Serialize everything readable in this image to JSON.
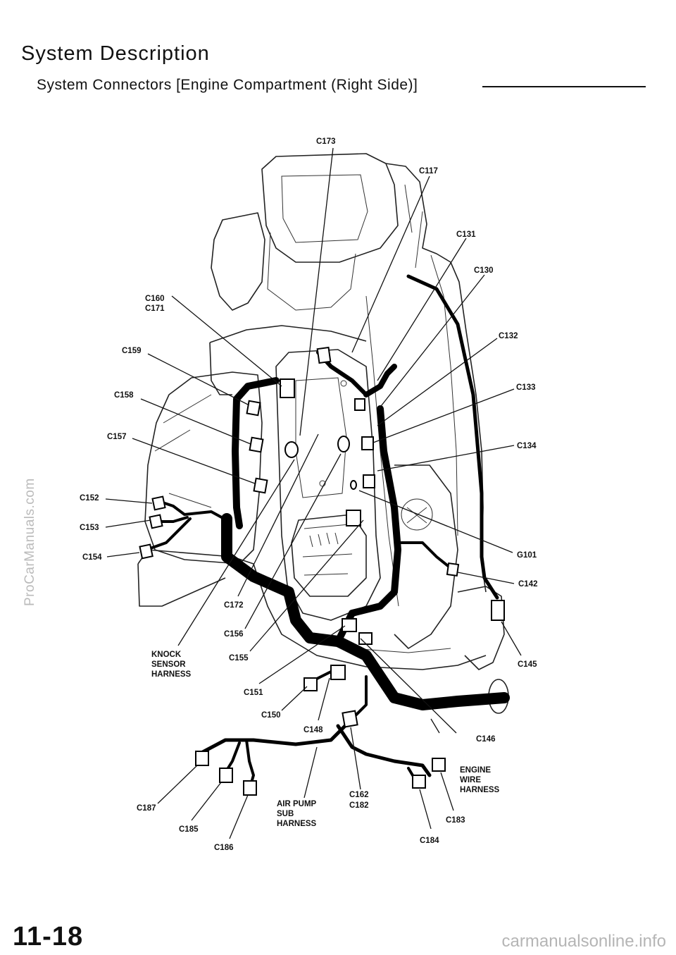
{
  "header": {
    "title": "System Description",
    "subtitle": "System Connectors [Engine Compartment (Right Side)]"
  },
  "footer": {
    "page_number": "11-18",
    "watermark_side": "ProCarManuals.com",
    "watermark_bottom": "carmanualsonline.info"
  },
  "diagram": {
    "labels": {
      "c173": "C173",
      "c117": "C117",
      "c131": "C131",
      "c130": "C130",
      "c160": "C160",
      "c171": "C171",
      "c132": "C132",
      "c159": "C159",
      "c133": "C133",
      "c158": "C158",
      "c157": "C157",
      "c134": "C134",
      "c152": "C152",
      "c153": "C153",
      "c154": "C154",
      "g101": "G101",
      "c142": "C142",
      "c172": "C172",
      "c156": "C156",
      "knock_1": "KNOCK",
      "knock_2": "SENSOR",
      "knock_3": "HARNESS",
      "c155": "C155",
      "c145": "C145",
      "c151": "C151",
      "c150": "C150",
      "c148": "C148",
      "c146": "C146",
      "engine_1": "ENGINE",
      "engine_2": "WIRE",
      "engine_3": "HARNESS",
      "c187": "C187",
      "c162": "C162",
      "c182": "C182",
      "airpump_1": "AIR PUMP",
      "airpump_2": "SUB",
      "airpump_3": "HARNESS",
      "c183": "C183",
      "c185": "C185",
      "c184": "C184",
      "c186": "C186"
    }
  }
}
